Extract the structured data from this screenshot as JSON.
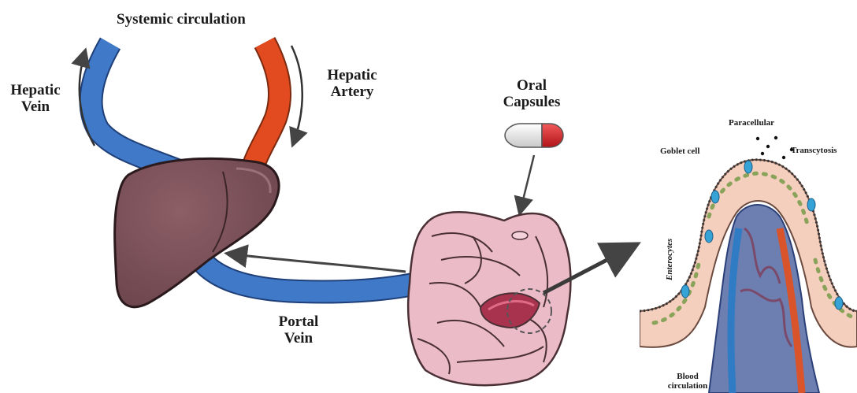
{
  "labels": {
    "systemic_circulation": "Systemic circulation",
    "hepatic_vein_line1": "Hepatic",
    "hepatic_vein_line2": "Vein",
    "hepatic_artery_line1": "Hepatic",
    "hepatic_artery_line2": "Artery",
    "oral_capsules_line1": "Oral",
    "oral_capsules_line2": "Capsules",
    "portal_vein_line1": "Portal",
    "portal_vein_line2": "Vein",
    "paracellular": "Paracellular",
    "goblet_cell": "Goblet cell",
    "transcytosis": "Transcytosis",
    "enterocytes": "Enterocytes",
    "blood_circulation_line1": "Blood",
    "blood_circulation_line2": "circulation"
  },
  "colors": {
    "vein_blue": "#3f79c8",
    "artery_red": "#e24a1f",
    "liver": "#7d5158",
    "intestine": "#e9b8c4",
    "capsule_red": "#d8232a",
    "villus_tissue": "#f6d6c3"
  },
  "icons": [
    "capsule-icon",
    "liver-icon",
    "intestine-icon"
  ]
}
